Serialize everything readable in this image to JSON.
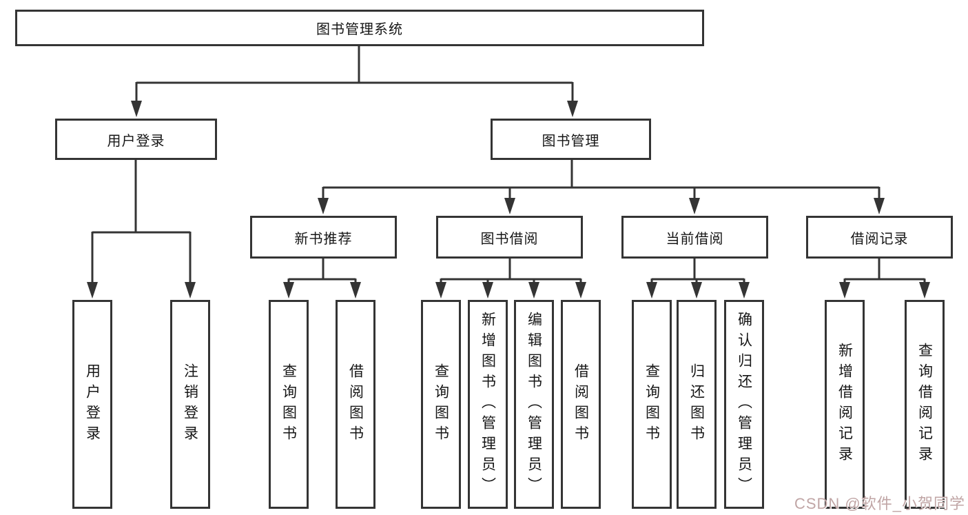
{
  "tree": {
    "root": "图书管理系统",
    "branches": [
      {
        "label": "用户登录",
        "children": [
          "用户登录",
          "注销登录"
        ]
      },
      {
        "label": "图书管理",
        "subgroups": [
          {
            "label": "新书推荐",
            "children": [
              "查询图书",
              "借阅图书"
            ]
          },
          {
            "label": "图书借阅",
            "children": [
              "查询图书",
              "新增图书（管理员）",
              "编辑图书（管理员）",
              "借阅图书"
            ]
          },
          {
            "label": "当前借阅",
            "children": [
              "查询图书",
              "归还图书",
              "确认归还（管理员）"
            ]
          },
          {
            "label": "借阅记录",
            "children": [
              "新增借阅记录",
              "查询借阅记录"
            ]
          }
        ]
      }
    ]
  },
  "colors": {
    "line": "#343434",
    "text": "#161616",
    "watermark": "#c0a5a5"
  },
  "watermark": {
    "text": "CSDN @软件_小贺同学"
  }
}
